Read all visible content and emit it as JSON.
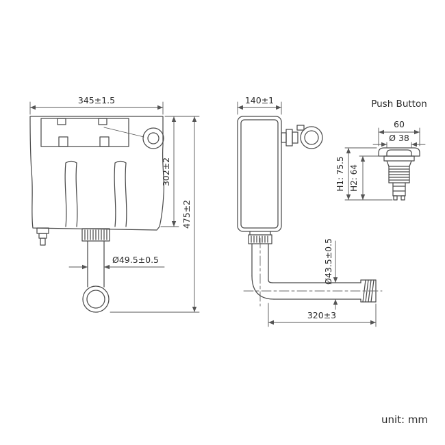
{
  "front_view": {
    "width": "345±1.5",
    "body_height": "302±2",
    "total_height": "475±2",
    "outlet_diameter": "Ø49.5±0.5"
  },
  "side_view": {
    "depth": "140±1",
    "pipe_diameter": "Ø43.5±0.5",
    "pipe_length": "320±3"
  },
  "push_button": {
    "title": "Push Button",
    "width": "60",
    "diameter": "Ø 38",
    "h1": "H1: 75.5",
    "h2": "H2: 64"
  },
  "unit_label": "unit: mm"
}
